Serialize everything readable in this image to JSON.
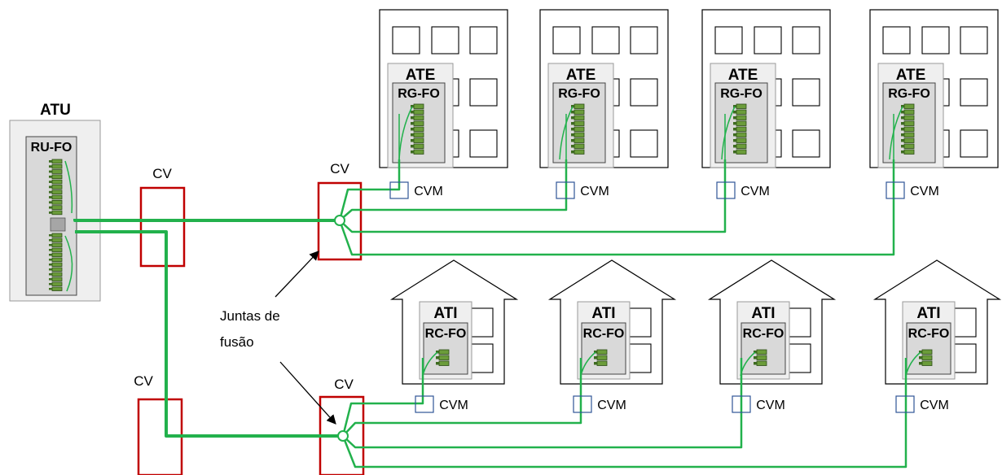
{
  "labels": {
    "atu": "ATU",
    "ru_fo": "RU-FO",
    "ate": "ATE",
    "rg_fo": "RG-FO",
    "ati": "ATI",
    "rc_fo": "RC-FO",
    "cv": "CV",
    "cvm": "CVM",
    "splice_line1": "Juntas de",
    "splice_line2": "fusão"
  },
  "colors": {
    "fiber": "#22b14c",
    "cv_box": "#c00000",
    "cvm_box": "#2f5597",
    "panel_fill": "#d9d9d9",
    "cabinet_fill": "#efefef",
    "connector": "#6b9c3a"
  }
}
